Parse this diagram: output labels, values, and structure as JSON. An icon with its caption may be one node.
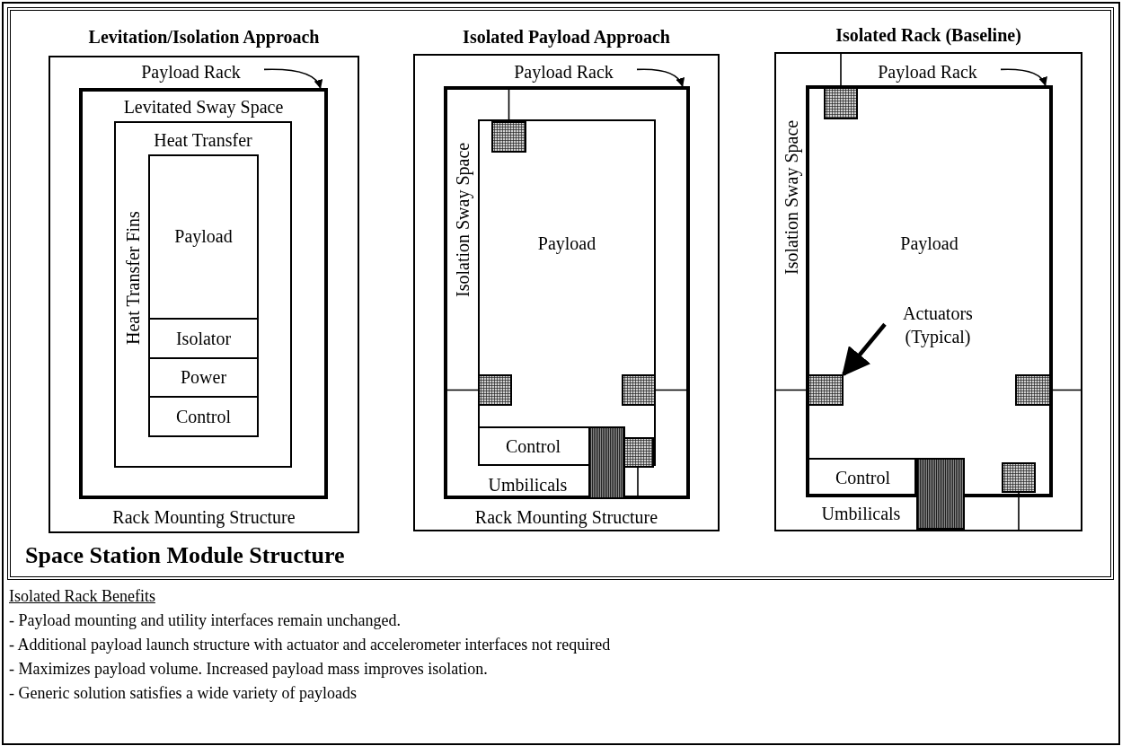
{
  "diagram": {
    "nodes": [
      {
        "text": [
          "Space Station Module Structure"
        ]
      },
      {
        "text": [
          "Levitation/Isolation Approach",
          "Rack Mounting Structure"
        ],
        "in": 0
      },
      {
        "text": [
          "Payload Rack"
        ],
        "in": 1
      },
      {
        "text": [
          "Levitated Sway Space"
        ],
        "in": 1
      },
      {
        "text": [
          "Heat Transfer",
          "Heat Transfer Fins"
        ],
        "in": 3
      },
      {
        "text": [
          "Payload"
        ],
        "in": 4
      },
      {
        "text": [
          "Isolator"
        ],
        "in": 4
      },
      {
        "text": [
          "Power"
        ],
        "in": 4
      },
      {
        "text": [
          "Control"
        ],
        "in": 4
      },
      {
        "text": [
          "Isolated Payload Approach",
          "Rack Mounting Structure"
        ],
        "in": 0
      },
      {
        "text": [
          "Payload Rack"
        ],
        "in": 9
      },
      {
        "text": [
          "Isolation Sway Space",
          "Umbilicals"
        ],
        "in": 9
      },
      {
        "text": [
          "Payload"
        ],
        "in": 11
      },
      {
        "text": [
          "Control"
        ],
        "in": 12
      },
      {
        "text": [],
        "shape": "bar",
        "in": 11
      },
      {
        "text": [],
        "shape": "box",
        "in": 12
      },
      {
        "text": [],
        "shape": "box",
        "in": 12
      },
      {
        "text": [],
        "shape": "box",
        "in": 12
      },
      {
        "text": [],
        "shape": "box",
        "in": 12
      },
      {
        "text": [
          "Isolated Rack (Baseline)",
          "Isolation Sway Space",
          "Umbilicals"
        ],
        "in": 0
      },
      {
        "text": [
          "Payload Rack"
        ],
        "in": 19
      },
      {
        "text": [
          "Payload"
        ],
        "in": 19
      },
      {
        "text": [
          "Control"
        ],
        "in": 21
      },
      {
        "text": [],
        "shape": "bar",
        "in": 19
      },
      {
        "text": [
          "Actuators (Typical)"
        ],
        "in": 21
      },
      {
        "text": [],
        "shape": "box",
        "in": 21
      },
      {
        "text": [],
        "shape": "box",
        "in": 21
      },
      {
        "text": [],
        "shape": "box",
        "in": 21
      },
      {
        "text": [],
        "shape": "box",
        "in": 21
      }
    ],
    "edges": [
      {
        "from": 2,
        "to": 3,
        "arrow": "to"
      },
      {
        "from": 10,
        "to": 11,
        "arrow": "to"
      },
      {
        "from": 15,
        "to": 11,
        "arrow": "none"
      },
      {
        "from": 16,
        "to": 11,
        "arrow": "none"
      },
      {
        "from": 17,
        "to": 11,
        "arrow": "none"
      },
      {
        "from": 18,
        "to": 11,
        "arrow": "none"
      },
      {
        "from": 20,
        "to": 21,
        "arrow": "to"
      },
      {
        "from": 24,
        "to": 26,
        "arrow": "to",
        "style": "thick"
      },
      {
        "from": 25,
        "to": 19,
        "arrow": "none"
      },
      {
        "from": 26,
        "to": 19,
        "arrow": "none"
      },
      {
        "from": 27,
        "to": 19,
        "arrow": "none"
      },
      {
        "from": 28,
        "to": 19,
        "arrow": "none"
      }
    ],
    "labels": [
      "Isolated Rack Benefits",
      "- Payload mounting and utility interfaces remain unchanged.",
      "- Additional payload launch structure with actuator and accelerometer interfaces not required",
      "- Maximizes payload volume. Increased payload mass improves isolation.",
      "- Generic solution satisfies a wide variety of payloads"
    ]
  }
}
